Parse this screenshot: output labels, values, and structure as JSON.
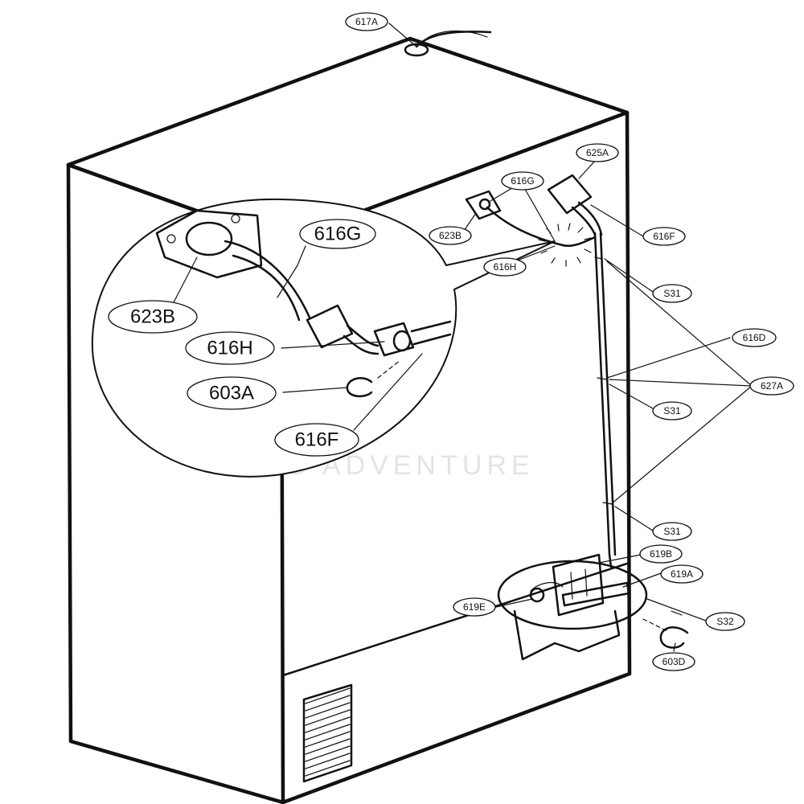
{
  "colors": {
    "line": "#111111",
    "background": "#ffffff",
    "watermark": "#e4e4e4"
  },
  "watermark": "LG ADVENTURE",
  "callouts": {
    "c617A": "617A",
    "c625A": "625A",
    "c616G_small": "616G",
    "c623B_small": "623B",
    "c616F_small": "616F",
    "c616H_small": "616H",
    "cS31_a": "S31",
    "c616D": "616D",
    "c627A": "627A",
    "cS31_b": "S31",
    "cS31_c": "S31",
    "c619B": "619B",
    "c619A": "619A",
    "c619E": "619E",
    "cS32": "S32",
    "c603D": "603D",
    "c616G_big": "616G",
    "c623B_big": "623B",
    "c616H_big": "616H",
    "c603A_big": "603A",
    "c616F_big": "616F"
  }
}
